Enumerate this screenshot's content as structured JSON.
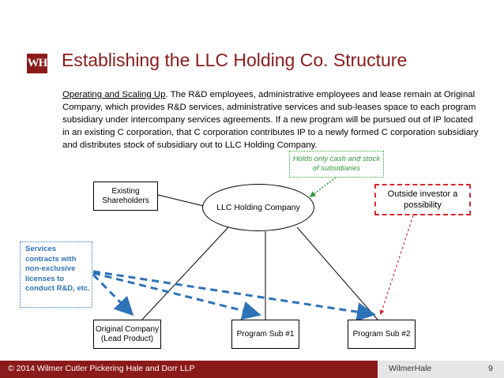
{
  "logo": {
    "text": "WH"
  },
  "title": "Establishing the LLC Holding Co. Structure",
  "body": {
    "lead": "Operating and Scaling Up",
    "text": ". The R&D employees, administrative employees and lease remain at Original Company, which provides R&D services, administrative services and sub-leases space to each program subsidiary under intercompany services agreements. If a new program will be pursued out of IP located in an existing C corporation, that C corporation contributes IP to a newly formed C corporation subsidiary and distributes stock of subsidiary out to LLC Holding Company."
  },
  "diagram": {
    "existing_shareholders": "Existing Shareholders",
    "holding_company": "LLC Holding Company",
    "original_company": "Original Company (Lead Product)",
    "program_sub_1": "Program Sub #1",
    "program_sub_2": "Program Sub #2"
  },
  "notes": {
    "green": "Holds only cash and stock of subsidiaries",
    "red": "Outside investor a possibility",
    "blue": "Services contracts with non-exclusive licenses to conduct R&D, etc."
  },
  "colors": {
    "brand": "#8b1a1a",
    "green": "#2f9c3a",
    "red": "#d9272e",
    "blue": "#2e72b8"
  },
  "footer": {
    "copyright": "© 2014 Wilmer Cutler Pickering Hale and Dorr LLP",
    "brand": "WilmerHale",
    "page": "9"
  }
}
